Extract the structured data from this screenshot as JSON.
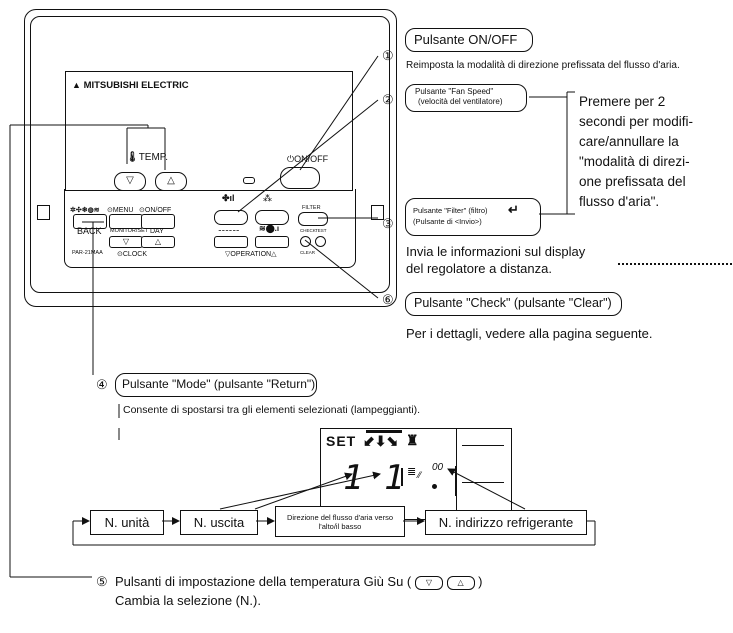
{
  "remote": {
    "brand": "MITSUBISHI ELECTRIC",
    "model": "PAR-21MAA",
    "temp_label": "TEMP.",
    "onoff_label": "ON/OFF",
    "menu_label": "MENU",
    "onoff_small_label": "ON/OFF",
    "back_label": "BACK",
    "monitor_set_label": "MONITOR/SET",
    "day_label": "DAY",
    "clock_label": "CLOCK",
    "operation_label": "OPERATION",
    "filter_label": "FILTER",
    "check_label": "CHECK",
    "test_label": "TEST",
    "clear_label": "CLEAR"
  },
  "callouts": {
    "c1": {
      "num": "①",
      "title": "Pulsante ON/OFF",
      "desc": "Reimposta la modalità di direzione prefissata del flusso d'aria."
    },
    "c2": {
      "num": "②",
      "title_line1": "Pulsante \"Fan Speed\"",
      "title_line2": "(velocità del ventilatore)"
    },
    "c2_desc": [
      "Premere per 2",
      "secondi per modifi-",
      "care/annullare la",
      "\"modalità di direzi-",
      "one prefissata del",
      "flusso d'aria\"."
    ],
    "c3": {
      "num": "③",
      "title_line1": "Pulsante \"Filter\" (filtro)",
      "title_line2": "(Pulsante di <Invio>)",
      "desc_line1": "Invia le informazioni sul display",
      "desc_line2": "del regolatore a distanza."
    },
    "c6": {
      "num": "⑥",
      "title": "Pulsante \"Check\" (pulsante \"Clear\")",
      "desc": "Per i dettagli, vedere alla pagina seguente."
    },
    "c4": {
      "num": "④",
      "title": "Pulsante \"Mode\" (pulsante \"Return\")",
      "desc": "Consente di spostarsi tra gli elementi selezionati (lampeggianti)."
    },
    "c5": {
      "num": "⑤",
      "line1": "Pulsanti di impostazione della temperatura Giù Su (",
      "line1_end": ")",
      "line2": "Cambia la selezione (N.)."
    }
  },
  "display": {
    "set_label": "SET",
    "digits": "1  1",
    "small_digits": "00"
  },
  "flow": {
    "box1": "N. unità",
    "box2": "N. uscita",
    "box3_line1": "Direzione del flusso d'aria verso",
    "box3_line2": "l'alto/il basso",
    "box4": "N. indirizzo refrigerante"
  }
}
